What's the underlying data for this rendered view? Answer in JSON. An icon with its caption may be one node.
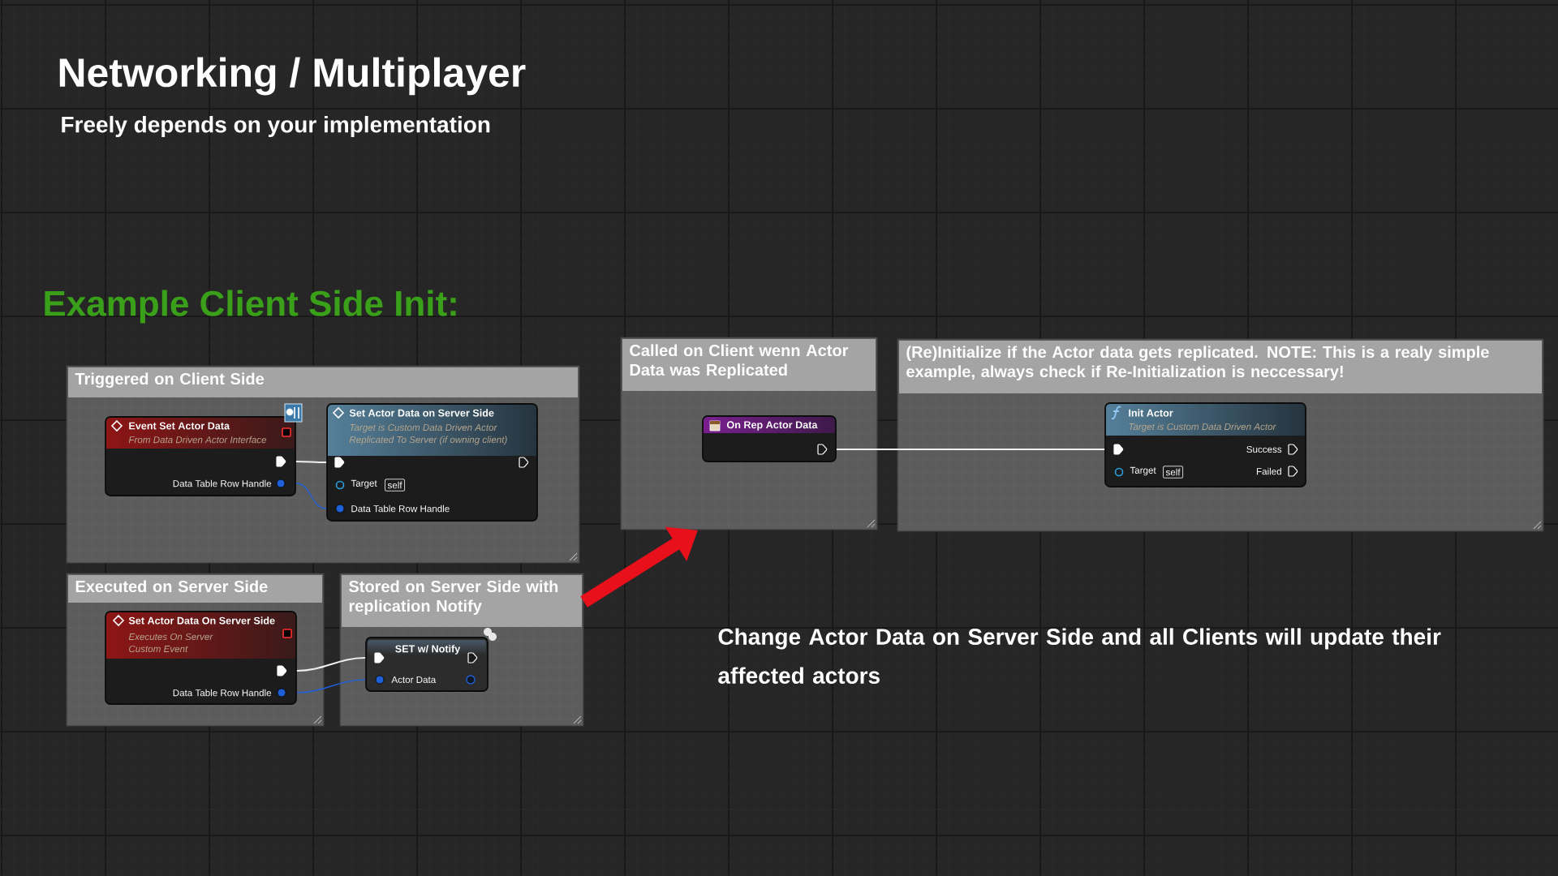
{
  "diagram": {
    "title": "Networking / Multiplayer",
    "nodes": [
      {
        "text": [
          "Triggered on Client Side"
        ]
      },
      {
        "text": [
          "Event Set Actor Data",
          "From Data Driven Actor Interface",
          "Data Table Row Handle"
        ],
        "in": 0
      },
      {
        "text": [
          "Set Actor Data on Server Side",
          "Target is Custom Data Driven Actor",
          "Replicated To Server (if owning client)",
          "Target",
          "self",
          "Data Table Row Handle"
        ],
        "in": 0
      },
      {
        "text": [
          "Executed on Server Side"
        ]
      },
      {
        "text": [
          "Set Actor Data On Server Side",
          "Executes On Server",
          "Custom Event",
          "Data Table Row Handle"
        ],
        "in": 3
      },
      {
        "text": [
          "Stored on Server Side with replication Notify"
        ]
      },
      {
        "text": [
          "SET w/ Notify",
          "Actor Data"
        ],
        "in": 5
      },
      {
        "text": [
          "Called on Client wenn Actor Data was Replicated"
        ]
      },
      {
        "text": [
          "On Rep Actor Data"
        ],
        "in": 7
      },
      {
        "text": [
          "(Re)Initialize if the Actor data gets replicated. NOTE: This is a realy simple example, always check if Re-Initialization is neccessary!"
        ]
      },
      {
        "text": [
          "Init Actor",
          "Target is Custom Data Driven Actor",
          "Success",
          "Target",
          "self",
          "Failed"
        ],
        "in": 9
      }
    ],
    "edges": [
      {
        "from": 1,
        "to": 2,
        "arrow": "none"
      },
      {
        "from": 1,
        "to": 2,
        "arrow": "none",
        "color": "#1f5fd8"
      },
      {
        "from": 4,
        "to": 6,
        "arrow": "none"
      },
      {
        "from": 4,
        "to": 6,
        "arrow": "none",
        "color": "#1f5fd8"
      },
      {
        "from": 8,
        "to": 10,
        "arrow": "none"
      },
      {
        "from": 5,
        "to": 7,
        "arrow": "to",
        "style": "thick",
        "color": "#e8101b"
      }
    ],
    "labels": [
      "Freely depends on your implementation",
      "Example Client Side Init:",
      "Change Actor Data on Server Side and all Clients will update their affected actors"
    ]
  }
}
